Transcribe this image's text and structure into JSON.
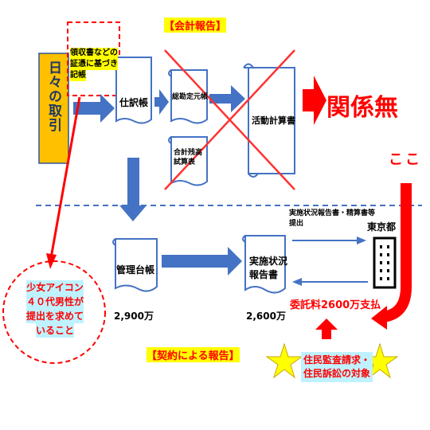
{
  "title_accounting": "【会計報告】",
  "title_contract": "【契約による報告】",
  "daily_transactions": "日々の取引",
  "vouchers_note_lines": [
    "領収書などの",
    "証憑に基づき",
    "記帳"
  ],
  "journal": "仕訳帳",
  "general_ledger": "総勘定元帳",
  "trial_balance": "合計残高試算表",
  "activity_statement": "活動計算書",
  "unrelated": "関係無",
  "here": "ここ",
  "management_ledger": "管理台帳",
  "management_amount": "2,900万",
  "implementation_report_lines": [
    "実施状況",
    "報告書"
  ],
  "implementation_amount": "2,600万",
  "report_submission_lines": [
    "実施状況報告書・精算書等",
    "提出"
  ],
  "tokyo": "東京都",
  "commission_paid": "委託料2600万支払",
  "audit_lines": [
    "住民監査請求・",
    "住民訴訟の対象"
  ],
  "girl_icon_lines": [
    "少女アイコン",
    "４０代男性が",
    "提出を求めて",
    "いること"
  ],
  "colors": {
    "blue": "#4472c4",
    "red": "#ff0000",
    "orange": "#ffc000",
    "yellow": "#ffff00",
    "cyan": "#bff2ff"
  }
}
